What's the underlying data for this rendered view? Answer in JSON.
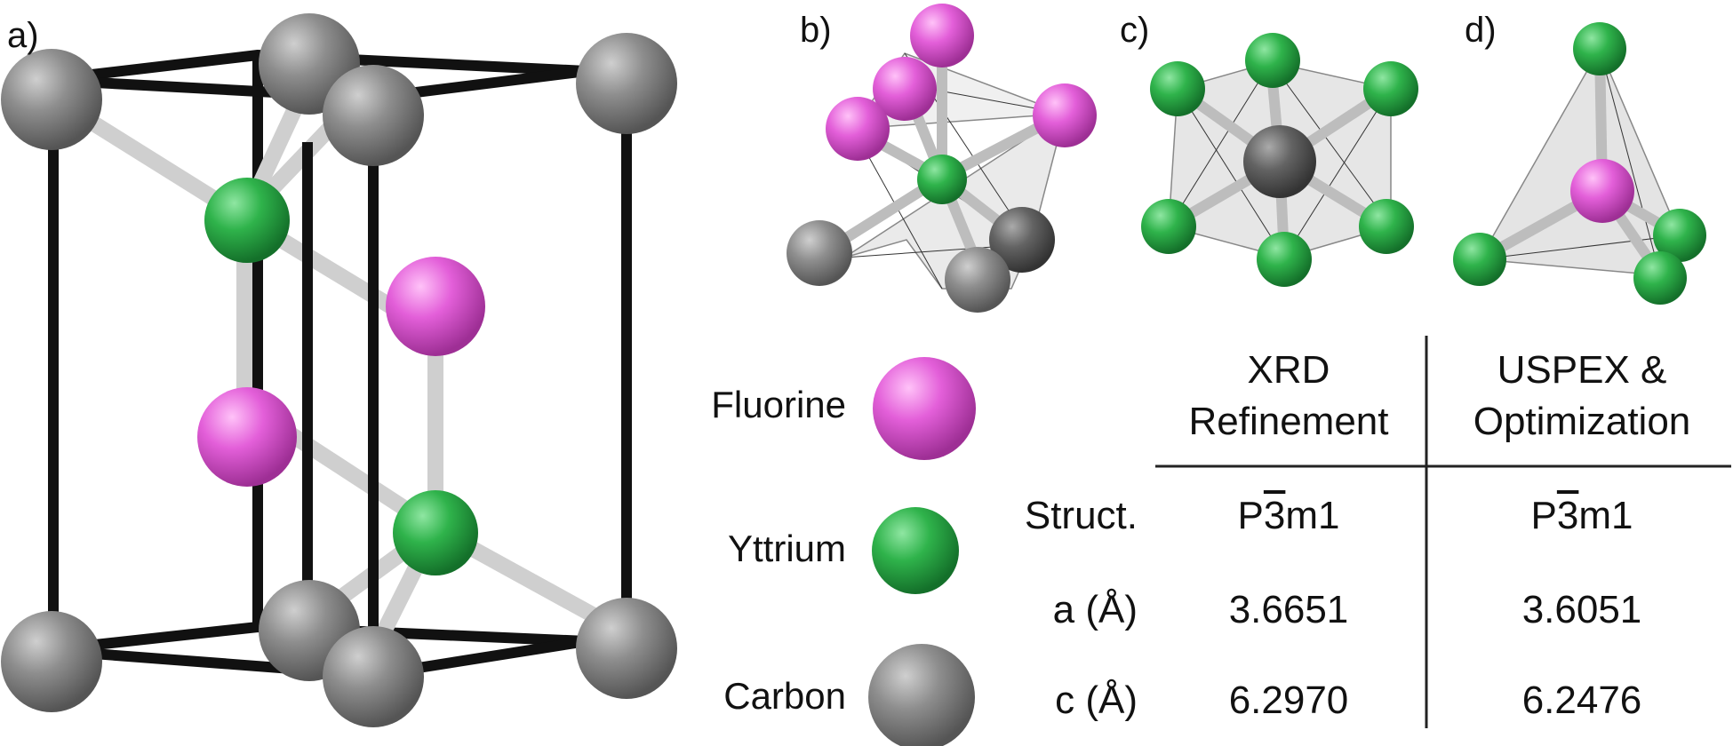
{
  "panels": {
    "a": "a)",
    "b": "b)",
    "c": "c)",
    "d": "d)"
  },
  "legend": {
    "fluorine": {
      "label": "Fluorine",
      "color": "#e060d8"
    },
    "yttrium": {
      "label": "Yttrium",
      "color": "#2eb24a"
    },
    "carbon": {
      "label": "Carbon",
      "color": "#8a8a8a"
    }
  },
  "table": {
    "col1_header": [
      "XRD",
      "Refinement"
    ],
    "col2_header": [
      "USPEX &",
      "Optimization"
    ],
    "rows": [
      {
        "label": "Struct.",
        "col1": {
          "pre": "P",
          "bar": "3",
          "post": "m1"
        },
        "col2": {
          "pre": "P",
          "bar": "3",
          "post": "m1"
        }
      },
      {
        "label": "a (Å)",
        "col1": "3.6651",
        "col2": "3.6051"
      },
      {
        "label": "c (Å)",
        "col1": "6.2970",
        "col2": "6.2476"
      }
    ]
  }
}
